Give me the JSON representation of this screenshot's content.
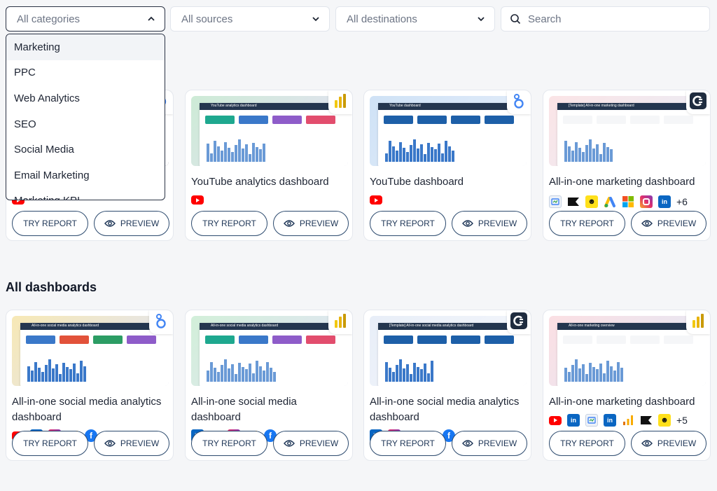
{
  "filters": {
    "categories": "All categories",
    "sources": "All sources",
    "destinations": "All destinations",
    "search_placeholder": "Search"
  },
  "dropdown_options": [
    "Marketing",
    "PPC",
    "Web Analytics",
    "SEO",
    "Social Media",
    "Email Marketing",
    "Marketing KPI"
  ],
  "section_title": "All dashboards",
  "buttons": {
    "try": "TRY REPORT",
    "preview": "PREVIEW"
  },
  "top_cards": [
    {
      "title": "",
      "badge": "looker-icon",
      "icons": [
        "youtube-icon"
      ]
    },
    {
      "title": "YouTube analytics dashboard",
      "thumb_title": "YouTube analytics dashboard",
      "badge": "power-bi-icon",
      "icons": [
        "youtube-icon"
      ]
    },
    {
      "title": "YouTube dashboard",
      "thumb_title": "YouTube dashboard",
      "badge": "looker-studio-icon",
      "icons": [
        "youtube-icon"
      ]
    },
    {
      "title": "All-in-one marketing dashboard",
      "thumb_title": "[Template] All-in-one marketing dashboard",
      "badge": "coupler-icon",
      "icons": [
        "google-ads-manager-icon",
        "klaviyo-icon",
        "mailchimp-icon",
        "google-ads-icon",
        "microsoft-icon",
        "instagram-icon",
        "linkedin-icon"
      ],
      "more": "+6"
    }
  ],
  "bottom_cards": [
    {
      "title": "All-in-one social media analytics dashboard",
      "thumb_title": "All-in-one social media analytics dashboard",
      "badge": "looker-studio-icon",
      "icons": [
        "youtube-icon",
        "linkedin-icon",
        "instagram-icon",
        "google-analytics-icon",
        "facebook-icon"
      ]
    },
    {
      "title": "All-in-one social media dashboard",
      "thumb_title": "All-in-one social media analytics dashboard",
      "badge": "power-bi-icon",
      "icons": [
        "linkedin-icon",
        "youtube-icon",
        "instagram-icon",
        "google-analytics-icon",
        "facebook-icon"
      ]
    },
    {
      "title": "All-in-one social media analytics dashboard",
      "thumb_title": "[Template] All-in-one social media analytics dashboard",
      "badge": "coupler-icon",
      "icons": [
        "linkedin-icon",
        "instagram-icon",
        "google-analytics-icon",
        "youtube-icon",
        "facebook-icon"
      ]
    },
    {
      "title": "All-in-one marketing dashboard",
      "thumb_title": "All-in-one marketing overview",
      "badge": "power-bi-icon",
      "icons": [
        "youtube-icon",
        "linkedin-icon",
        "google-ads-manager-icon",
        "linkedin-icon",
        "google-analytics-icon",
        "klaviyo-icon",
        "mailchimp-icon"
      ],
      "more": "+5"
    }
  ],
  "colors": {
    "accent": "#2c4a6e",
    "youtube": "#ff0000",
    "linkedin": "#0a66c2",
    "facebook": "#1877f2"
  }
}
